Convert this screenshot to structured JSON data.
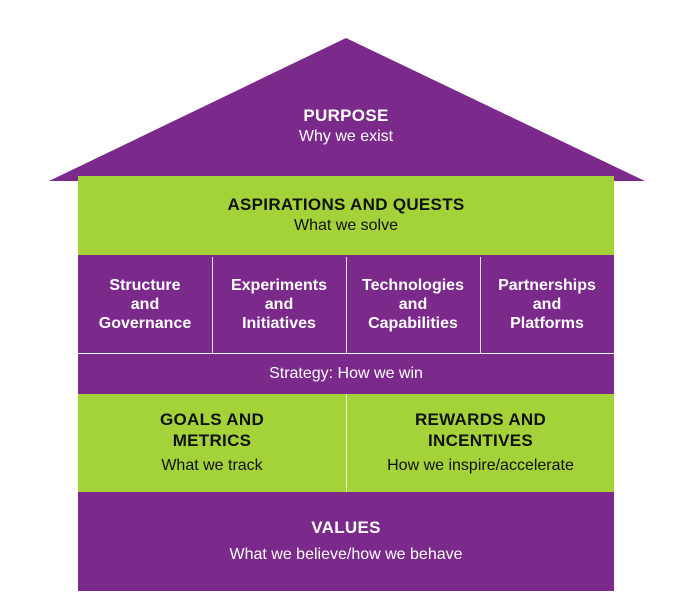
{
  "purpose": {
    "title": "PURPOSE",
    "subtitle": "Why we exist"
  },
  "aspirations": {
    "title": "ASPIRATIONS AND QUESTS",
    "subtitle": "What we solve"
  },
  "pillars": [
    {
      "label": "Structure\nand\nGovernance"
    },
    {
      "label": "Experiments\nand\nInitiatives"
    },
    {
      "label": "Technologies\nand\nCapabilities"
    },
    {
      "label": "Partnerships\nand\nPlatforms"
    }
  ],
  "strategy": {
    "label": "Strategy: How we win"
  },
  "goals": {
    "title": "GOALS AND\nMETRICS",
    "subtitle": "What we track"
  },
  "rewards": {
    "title": "REWARDS AND\nINCENTIVES",
    "subtitle": "How we inspire/accelerate"
  },
  "values": {
    "title": "VALUES",
    "subtitle": "What we believe/how we behave"
  },
  "colors": {
    "purple": "#7b2a8c",
    "green": "#a3d239"
  }
}
